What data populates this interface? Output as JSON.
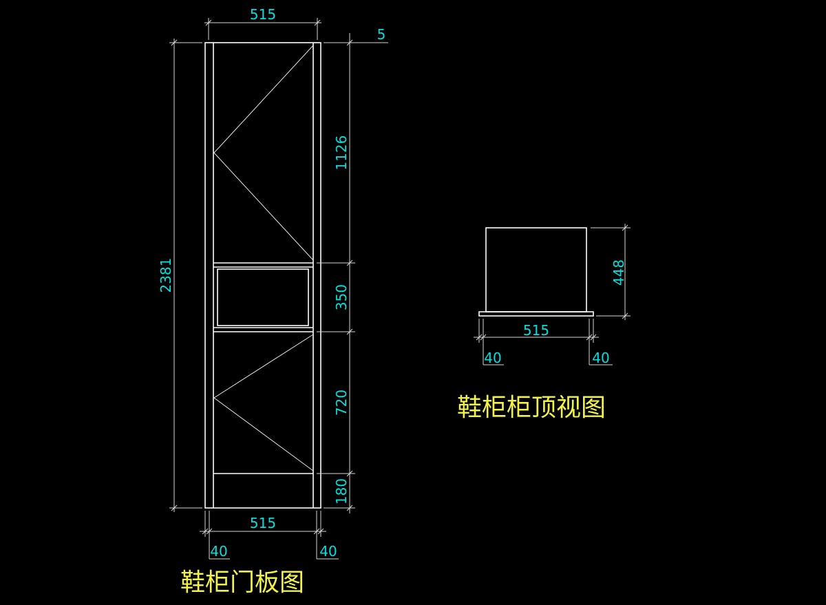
{
  "colors": {
    "background": "#000000",
    "geometry": "#ffffff",
    "dimension_text": "#00e0e0",
    "title_text": "#f2f24a"
  },
  "front_view": {
    "title": "鞋柜门板图",
    "dims": {
      "top_width": "515",
      "bottom_width": "515",
      "left_leg": "40",
      "right_leg": "40",
      "total_height": "2381",
      "gap_top": "5",
      "upper_door": "1126",
      "open_niche": "350",
      "lower_door": "720",
      "base": "180"
    }
  },
  "top_view": {
    "title": "鞋柜柜顶视图",
    "dims": {
      "width": "515",
      "depth": "448",
      "left_overhang": "40",
      "right_overhang": "40"
    }
  }
}
